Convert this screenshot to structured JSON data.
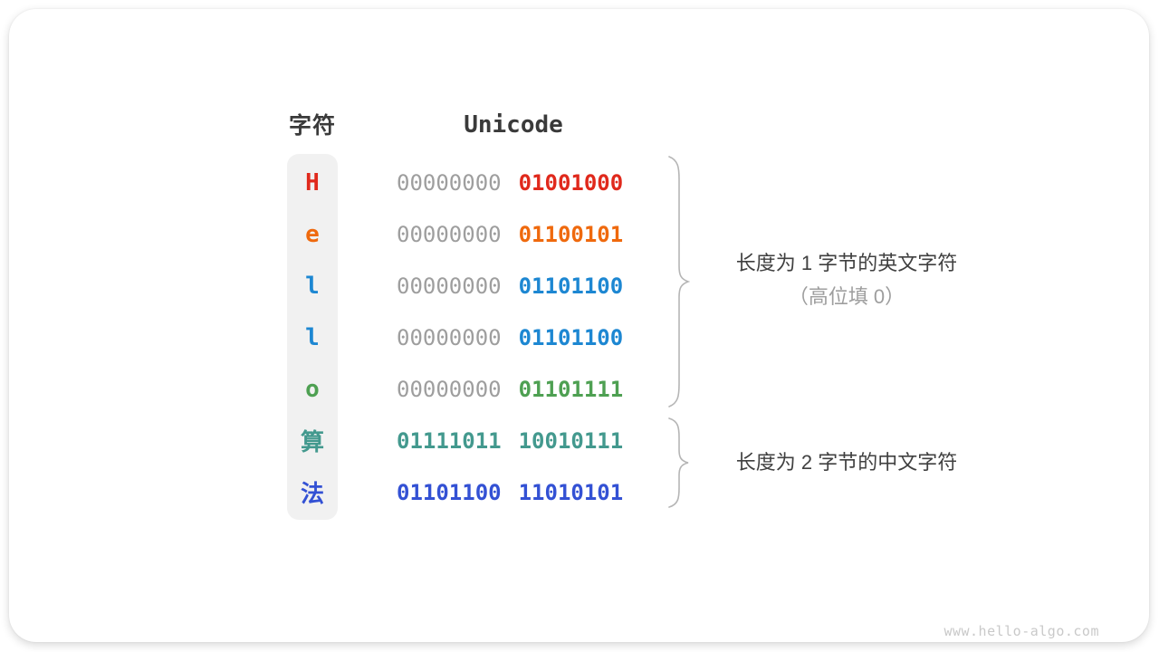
{
  "table": {
    "headers": {
      "char": "字符",
      "unicode": "Unicode"
    },
    "rows": [
      {
        "char": "H",
        "color": "#e0291c",
        "byte1": "00000000",
        "byte2": "01001000",
        "byte1_colored": false
      },
      {
        "char": "e",
        "color": "#ef690d",
        "byte1": "00000000",
        "byte2": "01100101",
        "byte1_colored": false
      },
      {
        "char": "l",
        "color": "#1d87d2",
        "byte1": "00000000",
        "byte2": "01101100",
        "byte1_colored": false
      },
      {
        "char": "l",
        "color": "#1d87d2",
        "byte1": "00000000",
        "byte2": "01101100",
        "byte1_colored": false
      },
      {
        "char": "o",
        "color": "#4ea052",
        "byte1": "00000000",
        "byte2": "01101111",
        "byte1_colored": false
      },
      {
        "char": "算",
        "color": "#43998e",
        "byte1": "01111011",
        "byte2": "10010111",
        "byte1_colored": true
      },
      {
        "char": "法",
        "color": "#3351d4",
        "byte1": "01101100",
        "byte2": "11010101",
        "byte1_colored": true
      }
    ]
  },
  "annotations": {
    "ascii": {
      "line1": "长度为 1 字节的英文字符",
      "line2": "（高位填 0）"
    },
    "chinese": {
      "line1": "长度为 2 字节的中文字符"
    }
  },
  "watermark": "www.hello-algo.com",
  "colors": {
    "zero_fill": "#9e9e9e",
    "brace": "#b5b5b5",
    "heading": "#3a3a3a",
    "char_column_bg": "#f1f1f1",
    "annotation_primary": "#404040",
    "annotation_muted": "#9e9e9e",
    "watermark": "#c9c9c9"
  }
}
